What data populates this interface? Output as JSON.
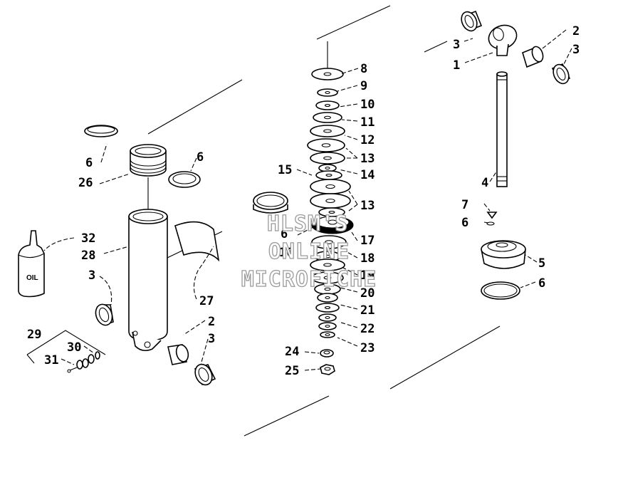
{
  "watermark": {
    "line1": "HLSM'S",
    "line2": "ONLINE",
    "line3": "MICROFICHE"
  },
  "oil_bottle_label": "OIL",
  "callouts": {
    "c1": "1",
    "c2_top": "2",
    "c3_top_left": "3",
    "c3_top_right": "3",
    "c4": "4",
    "c7": "7",
    "c6_right_mid": "6",
    "c5": "5",
    "c6_right_low": "6",
    "c8": "8",
    "c9": "9",
    "c10": "10",
    "c11": "11",
    "c12": "12",
    "c13_a": "13",
    "c14": "14",
    "c15": "15",
    "c13_b": "13",
    "c6_center": "6",
    "c16": "16",
    "c17": "17",
    "c18": "18",
    "c19": "19",
    "c20": "20",
    "c21": "21",
    "c22": "22",
    "c23": "23",
    "c24": "24",
    "c25": "25",
    "c6_left_a": "6",
    "c26": "26",
    "c6_left_b": "6",
    "c32": "32",
    "c28": "28",
    "c3_left": "3",
    "c27": "27",
    "c2_left": "2",
    "c3_left_low": "3",
    "c29": "29",
    "c30": "30",
    "c31": "31"
  }
}
